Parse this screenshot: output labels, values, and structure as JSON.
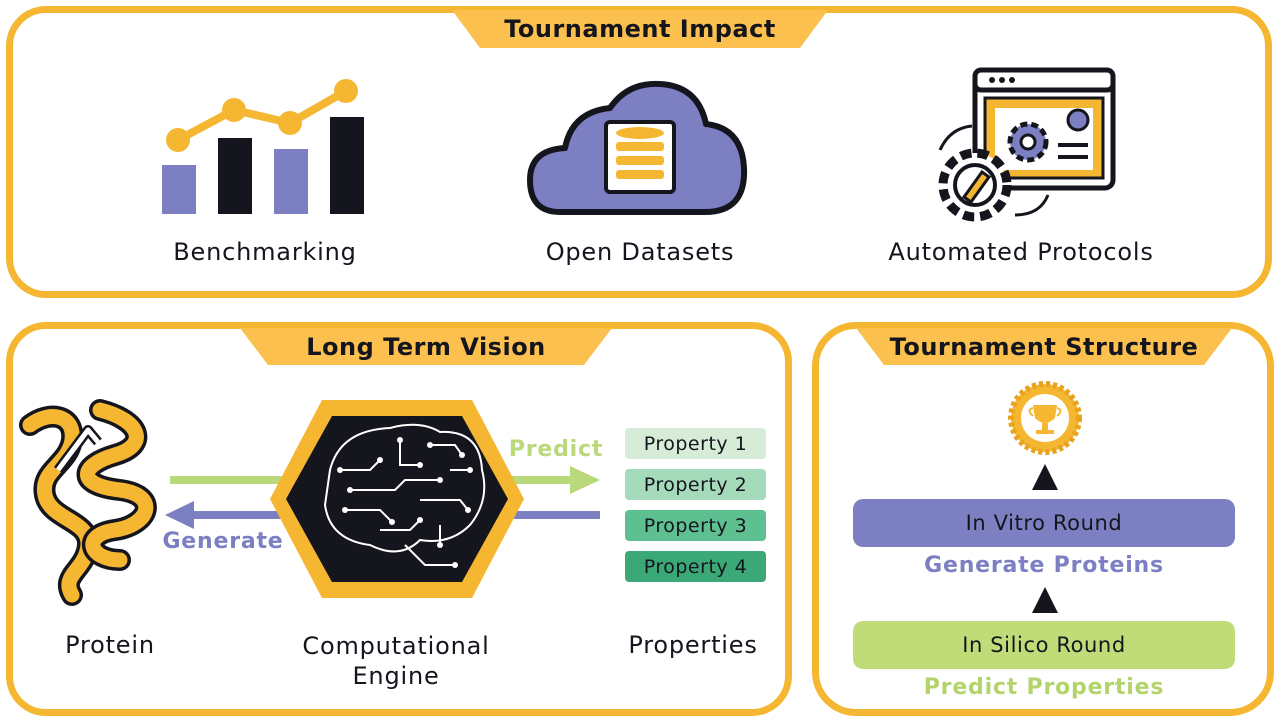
{
  "impact": {
    "title": "Tournament Impact",
    "items": [
      {
        "label": "Benchmarking",
        "icon": "bar-chart-icon"
      },
      {
        "label": "Open Datasets",
        "icon": "cloud-database-icon"
      },
      {
        "label": "Automated Protocols",
        "icon": "automated-protocol-icon"
      }
    ]
  },
  "vision": {
    "title": "Long Term Vision",
    "predict_label": "Predict",
    "generate_label": "Generate",
    "protein_label": "Protein",
    "engine_label_line1": "Computational",
    "engine_label_line2": "Engine",
    "properties_label": "Properties",
    "properties": [
      "Property 1",
      "Property 2",
      "Property 3",
      "Property 4"
    ]
  },
  "structure": {
    "title": "Tournament Structure",
    "in_vitro": "In Vitro Round",
    "generate_proteins": "Generate Proteins",
    "in_silico": "In Silico Round",
    "predict_properties": "Predict Properties"
  },
  "colors": {
    "border": "#f5b731",
    "tab": "#fbc04d",
    "dark": "#15151e",
    "purple": "#7c7fc1",
    "green": "#b9d97a",
    "gold": "#f5b731"
  }
}
